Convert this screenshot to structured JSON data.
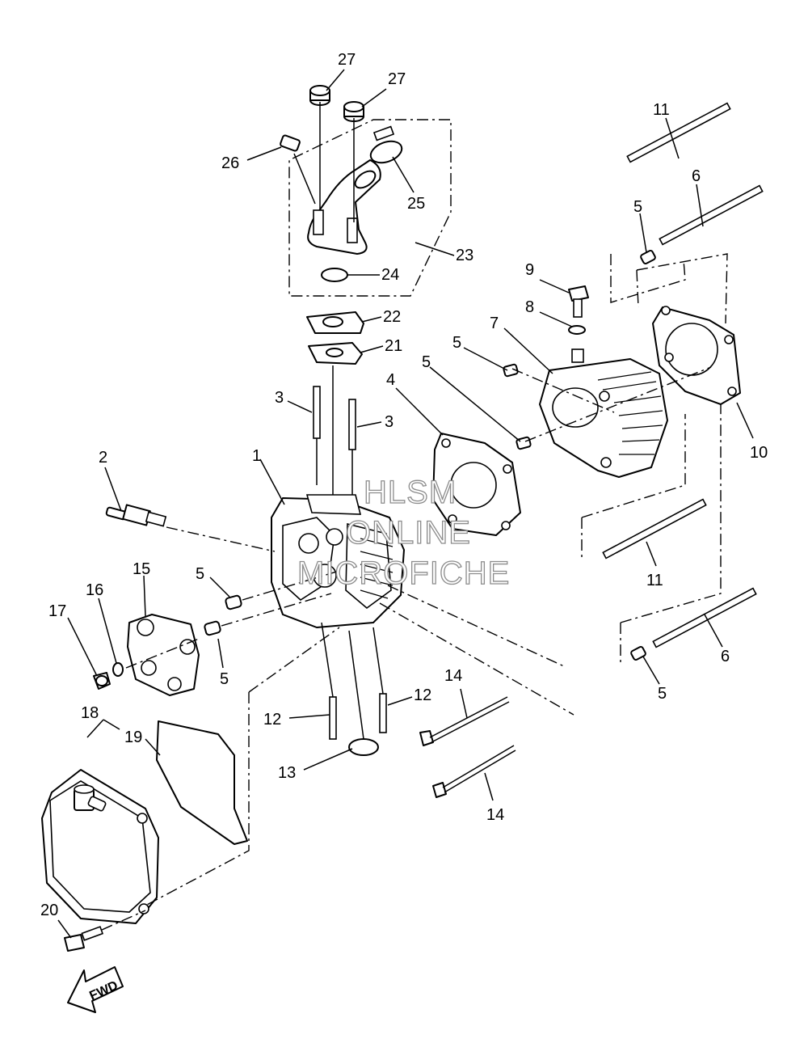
{
  "callouts": {
    "c1": "1",
    "c2": "2",
    "c3a": "3",
    "c3b": "3",
    "c4": "4",
    "c5a": "5",
    "c5b": "5",
    "c5c": "5",
    "c5d": "5",
    "c5e": "5",
    "c5f": "5",
    "c6a": "6",
    "c6b": "6",
    "c7": "7",
    "c8": "8",
    "c9": "9",
    "c10": "10",
    "c11a": "11",
    "c11b": "11",
    "c12a": "12",
    "c12b": "12",
    "c13": "13",
    "c14a": "14",
    "c14b": "14",
    "c15": "15",
    "c16": "16",
    "c17": "17",
    "c18": "18",
    "c19": "19",
    "c20": "20",
    "c21": "21",
    "c22": "22",
    "c23": "23",
    "c24": "24",
    "c25": "25",
    "c26": "26",
    "c27a": "27",
    "c27b": "27"
  },
  "watermark": {
    "line1": "HLSM",
    "line2": "ONLINE",
    "line3": "MICROFICHE"
  },
  "fwd_label": "FWD"
}
